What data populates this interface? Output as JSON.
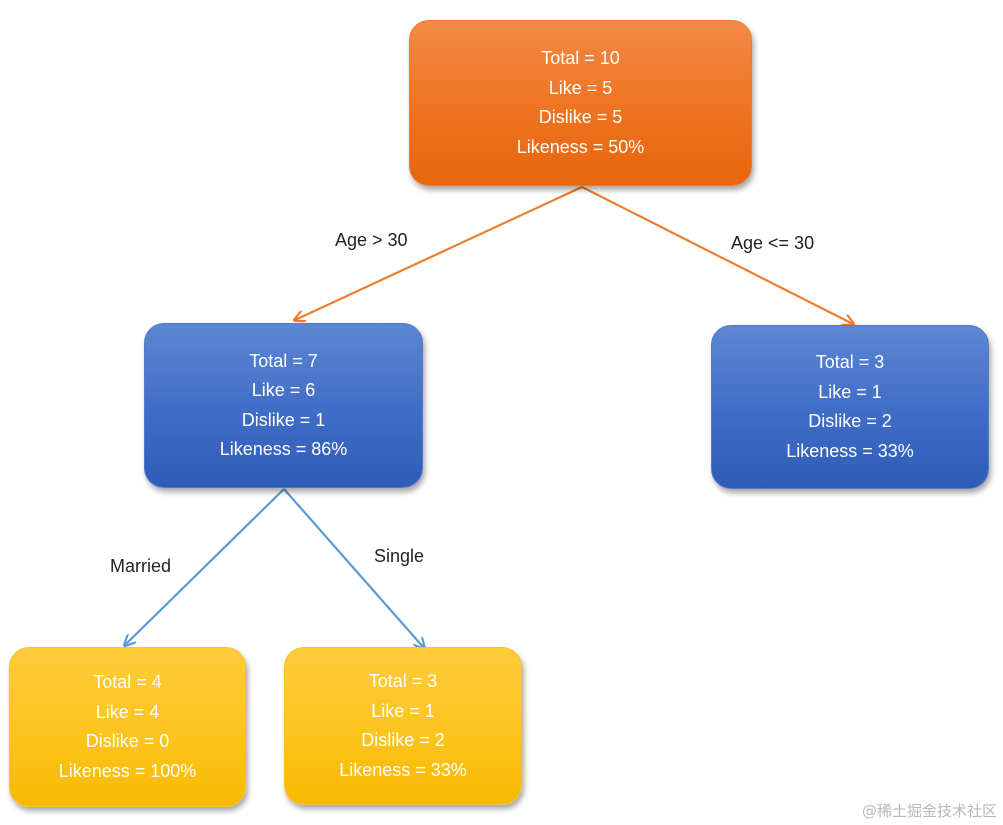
{
  "colors": {
    "root_fill": "#ee7320",
    "mid_fill": "#3f6cc6",
    "leaf_fill": "#fdc41f",
    "root_edge": "#ed7d31",
    "leaf_edge": "#5b9bd5",
    "text": "#ffffff"
  },
  "nodes": {
    "root": {
      "total": "Total = 10",
      "like": "Like = 5",
      "dislike": "Dislike = 5",
      "likeness": "Likeness = 50%"
    },
    "age_over_30": {
      "total": "Total = 7",
      "like": "Like = 6",
      "dislike": "Dislike = 1",
      "likeness": "Likeness = 86%"
    },
    "age_30_or_under": {
      "total": "Total = 3",
      "like": "Like = 1",
      "dislike": "Dislike = 2",
      "likeness": "Likeness = 33%"
    },
    "married": {
      "total": "Total = 4",
      "like": "Like = 4",
      "dislike": "Dislike = 0",
      "likeness": "Likeness = 100%"
    },
    "single": {
      "total": "Total = 3",
      "like": "Like = 1",
      "dislike": "Dislike = 2",
      "likeness": "Likeness = 33%"
    }
  },
  "edges": {
    "age_over_30": "Age > 30",
    "age_30_or_under": "Age <= 30",
    "married": "Married",
    "single": "Single"
  },
  "watermark": "@稀土掘金技术社区"
}
